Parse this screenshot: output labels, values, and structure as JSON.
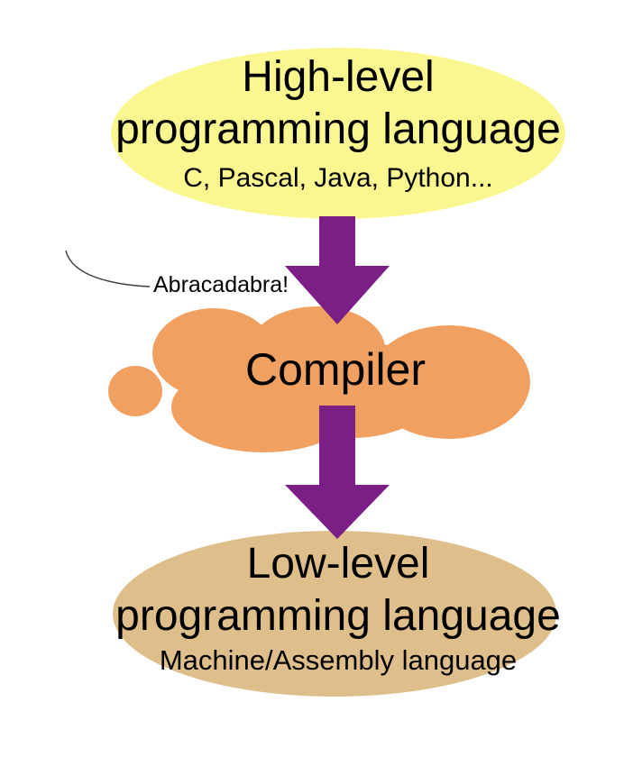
{
  "colors": {
    "background": "#ffffff",
    "high_level_fill": "#faf791",
    "compiler_fill": "#f0a162",
    "low_level_fill": "#debf8b",
    "arrow": "#7b1e86",
    "connector_line": "#3d3d3d",
    "text": "#000000"
  },
  "diagram": {
    "high_level": {
      "line1": "High-level",
      "line2": "programming language",
      "subtitle": "C, Pascal, Java, Python..."
    },
    "compiler": {
      "label": "Compiler"
    },
    "annotation": {
      "label": "Abracadabra!"
    },
    "low_level": {
      "line1": "Low-level",
      "line2": "programming language",
      "subtitle": "Machine/Assembly language"
    }
  }
}
